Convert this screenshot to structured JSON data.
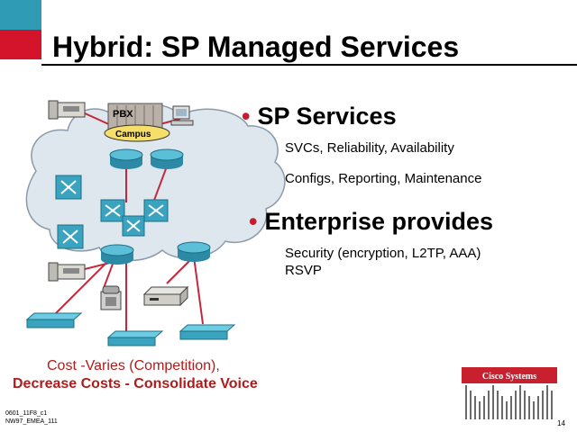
{
  "slide": {
    "title": "Hybrid: SP Managed Services",
    "bullets": [
      {
        "label": "SP Services",
        "subs": [
          "SVCs, Reliability, Availability",
          "Configs, Reporting, Maintenance"
        ]
      },
      {
        "label": "Enterprise provides",
        "subs": [
          "Security (encryption, L2TP, AAA)",
          "RSVP"
        ]
      }
    ],
    "cost_line1": "Cost -Varies (Competition),",
    "cost_line2": "Decrease Costs - Consolidate Voice",
    "footer_line1": "0601_11F8_c1",
    "footer_line2": "NW97_EMEA_111",
    "page_number": "14",
    "logo_text": "Cisco Systems"
  },
  "diagram": {
    "pbx_label": "PBX",
    "campus_label": "Campus",
    "colors": {
      "cloud": "#dfe7ee",
      "device": "#3aa3bf",
      "link": "#c4283c",
      "campus": "#f5df6a"
    }
  }
}
